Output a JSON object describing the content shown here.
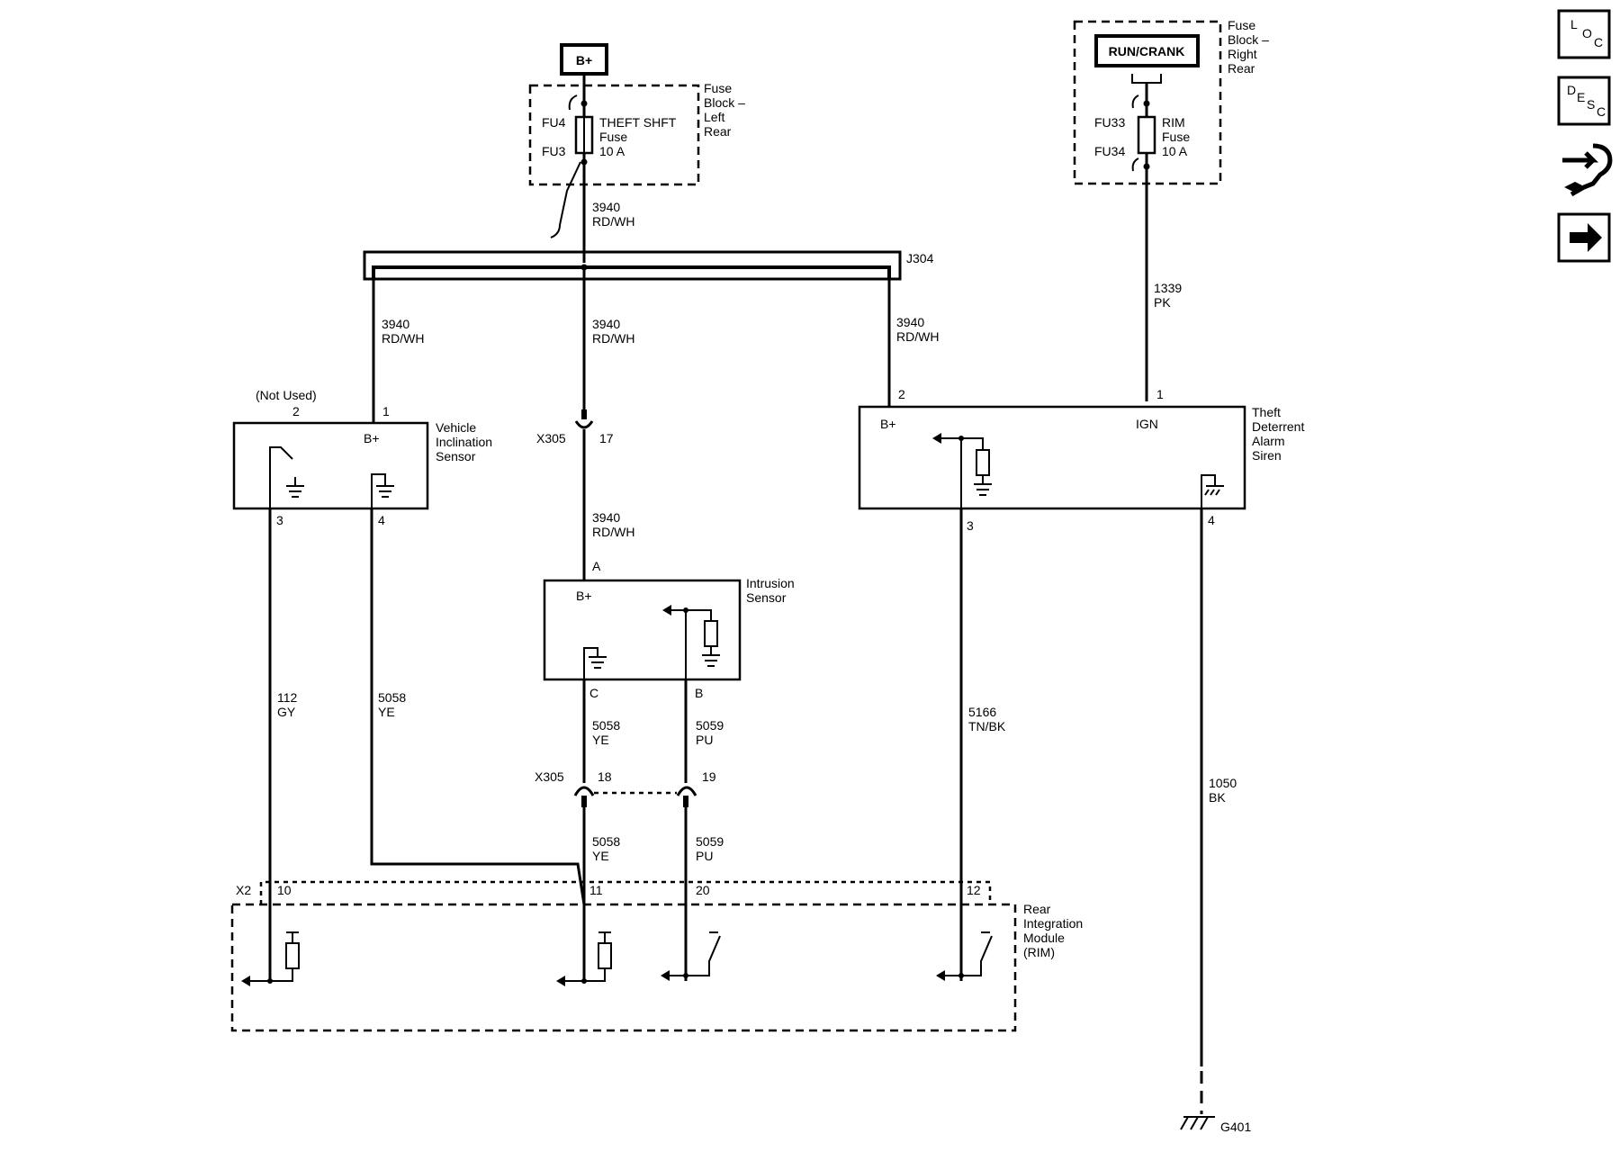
{
  "power": {
    "bplus": "B+",
    "run_crank": "RUN/CRANK"
  },
  "fuse_left": {
    "title_1": "Fuse",
    "title_2": "Block –",
    "title_3": "Left",
    "title_4": "Rear",
    "fu4": "FU4",
    "fu3": "FU3",
    "name_1": "THEFT SHFT",
    "name_2": "Fuse",
    "rating": "10 A"
  },
  "fuse_right": {
    "title_1": "Fuse",
    "title_2": "Block –",
    "title_3": "Right",
    "title_4": "Rear",
    "fu33": "FU33",
    "fu34": "FU34",
    "name_1": "RIM",
    "name_2": "Fuse",
    "rating": "10 A"
  },
  "splice": {
    "label": "J304"
  },
  "wires": {
    "w3940_num": "3940",
    "w3940_col": "RD/WH",
    "w1339_num": "1339",
    "w1339_col": "PK",
    "w112_num": "112",
    "w112_col": "GY",
    "w5058_num": "5058",
    "w5058_col": "YE",
    "w5059_num": "5059",
    "w5059_col": "PU",
    "w5166_num": "5166",
    "w5166_col": "TN/BK",
    "w1050_num": "1050",
    "w1050_col": "BK"
  },
  "inclination": {
    "name_1": "Vehicle",
    "name_2": "Inclination",
    "name_3": "Sensor",
    "not_used": "(Not Used)",
    "pin2": "2",
    "pin1": "1",
    "pin3": "3",
    "pin4": "4",
    "bplus": "B+"
  },
  "connector_x305": {
    "label": "X305",
    "pin17": "17",
    "pin18": "18",
    "pin19": "19"
  },
  "intrusion": {
    "name_1": "Intrusion",
    "name_2": "Sensor",
    "pinA": "A",
    "pinB": "B",
    "pinC": "C",
    "bplus": "B+"
  },
  "siren": {
    "name_1": "Theft",
    "name_2": "Deterrent",
    "name_3": "Alarm",
    "name_4": "Siren",
    "bplus": "B+",
    "ign": "IGN",
    "pin1": "1",
    "pin2": "2",
    "pin3": "3",
    "pin4": "4"
  },
  "rim": {
    "name_1": "Rear",
    "name_2": "Integration",
    "name_3": "Module",
    "name_4": "(RIM)",
    "connector": "X2",
    "pin10": "10",
    "pin11": "11",
    "pin20": "20",
    "pin12": "12"
  },
  "ground": {
    "label": "G401"
  },
  "nav": {
    "loc_1": "L",
    "loc_2": "O",
    "loc_3": "C",
    "desc_1": "D",
    "desc_2": "E",
    "desc_3": "S",
    "desc_4": "C"
  }
}
